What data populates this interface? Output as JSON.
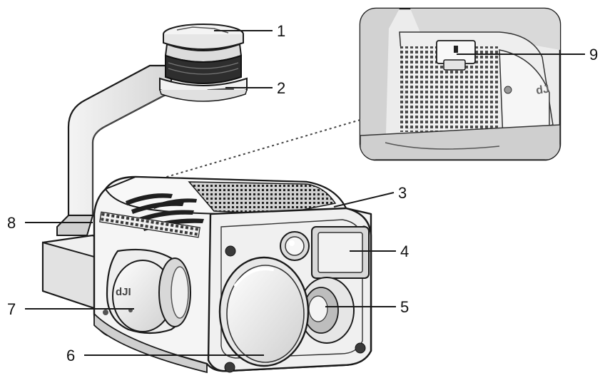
{
  "callouts": [
    {
      "id": "1",
      "label": "1"
    },
    {
      "id": "2",
      "label": "2"
    },
    {
      "id": "3",
      "label": "3"
    },
    {
      "id": "4",
      "label": "4"
    },
    {
      "id": "5",
      "label": "5"
    },
    {
      "id": "6",
      "label": "6"
    },
    {
      "id": "7",
      "label": "7"
    },
    {
      "id": "8",
      "label": "8"
    },
    {
      "id": "9",
      "label": "9"
    }
  ],
  "colors": {
    "line": "#1a1a1a",
    "shade": "#b9b9b9",
    "dark": "#2a2a2a",
    "inset_bg": "#e4e4e4"
  }
}
